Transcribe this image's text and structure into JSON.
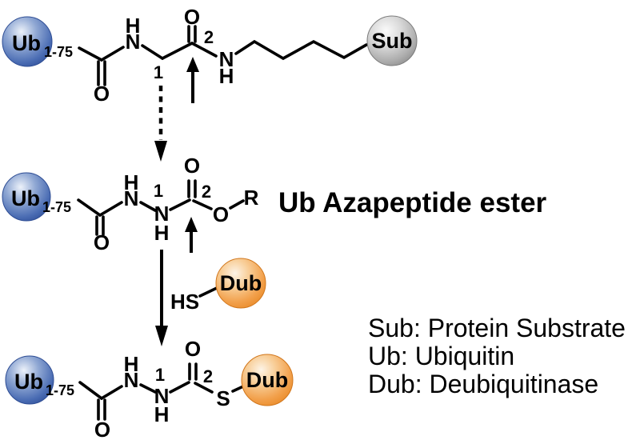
{
  "figure": {
    "title": "Ub Azapeptide ester",
    "labels": {
      "ub": "Ub",
      "ub_range": "1-75",
      "sub": "Sub",
      "dub": "Dub",
      "thiol": "HS",
      "r_group": "R"
    },
    "atoms": {
      "n": "N",
      "h": "H",
      "o": "O",
      "s": "S"
    },
    "positions": {
      "c1": "1",
      "c2": "2"
    },
    "legend": [
      "Sub: Protein Substrate",
      "Ub: Ubiquitin",
      "Dub: Deubiquitinase"
    ],
    "colors": {
      "background": "#ffffff",
      "bond": "#000000",
      "ub_highlight": "#edf2fa",
      "ub_mid": "#8fa7d3",
      "ub_body": "#4a6cb3",
      "ub_edge": "#33539c",
      "sub_highlight": "#fbfbfb",
      "sub_mid": "#d9d9d9",
      "sub_body": "#ababab",
      "sub_edge": "#8f8f8f",
      "dub_highlight": "#fdf4e7",
      "dub_mid": "#f8cf9a",
      "dub_body": "#f2a04b",
      "dub_edge": "#e98a28"
    }
  }
}
